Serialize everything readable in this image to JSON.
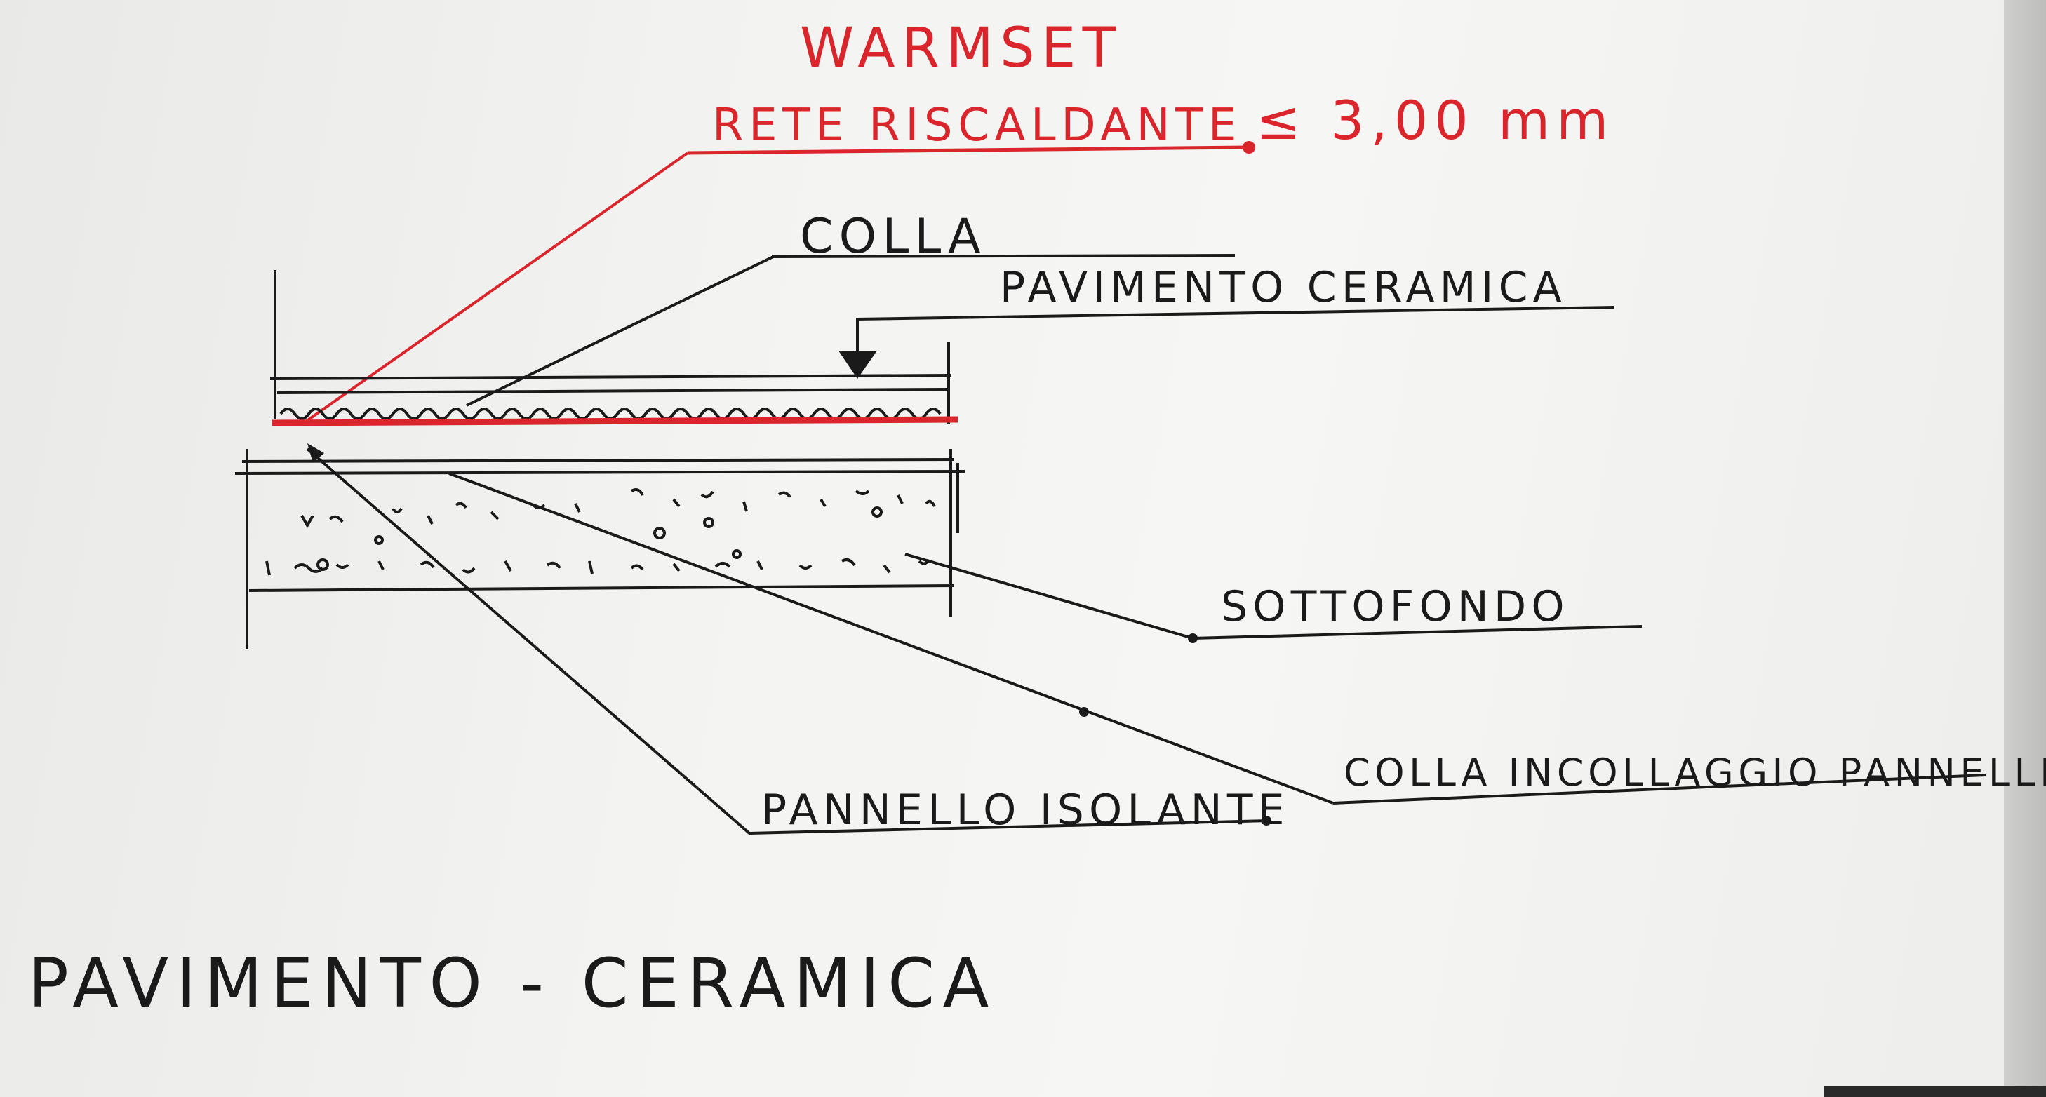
{
  "title": {
    "brand": "WARMSET",
    "heating_net": "RETE RISCALDANTE",
    "thickness": "≤ 3,00 mm"
  },
  "labels": {
    "glue": "COLLA",
    "ceramic_floor": "PAVIMENTO CERAMICA",
    "screed": "SOTTOFONDO",
    "panel_glue": "COLLA INCOLLAGGIO PANNELLI",
    "insulating_panel": "PANNELLO ISOLANTE"
  },
  "caption": "PAVIMENTO - CERAMICA",
  "colors": {
    "ink": "#1a1a1a",
    "red_ink": "#d9252b",
    "paper": "#f4f4f2"
  }
}
